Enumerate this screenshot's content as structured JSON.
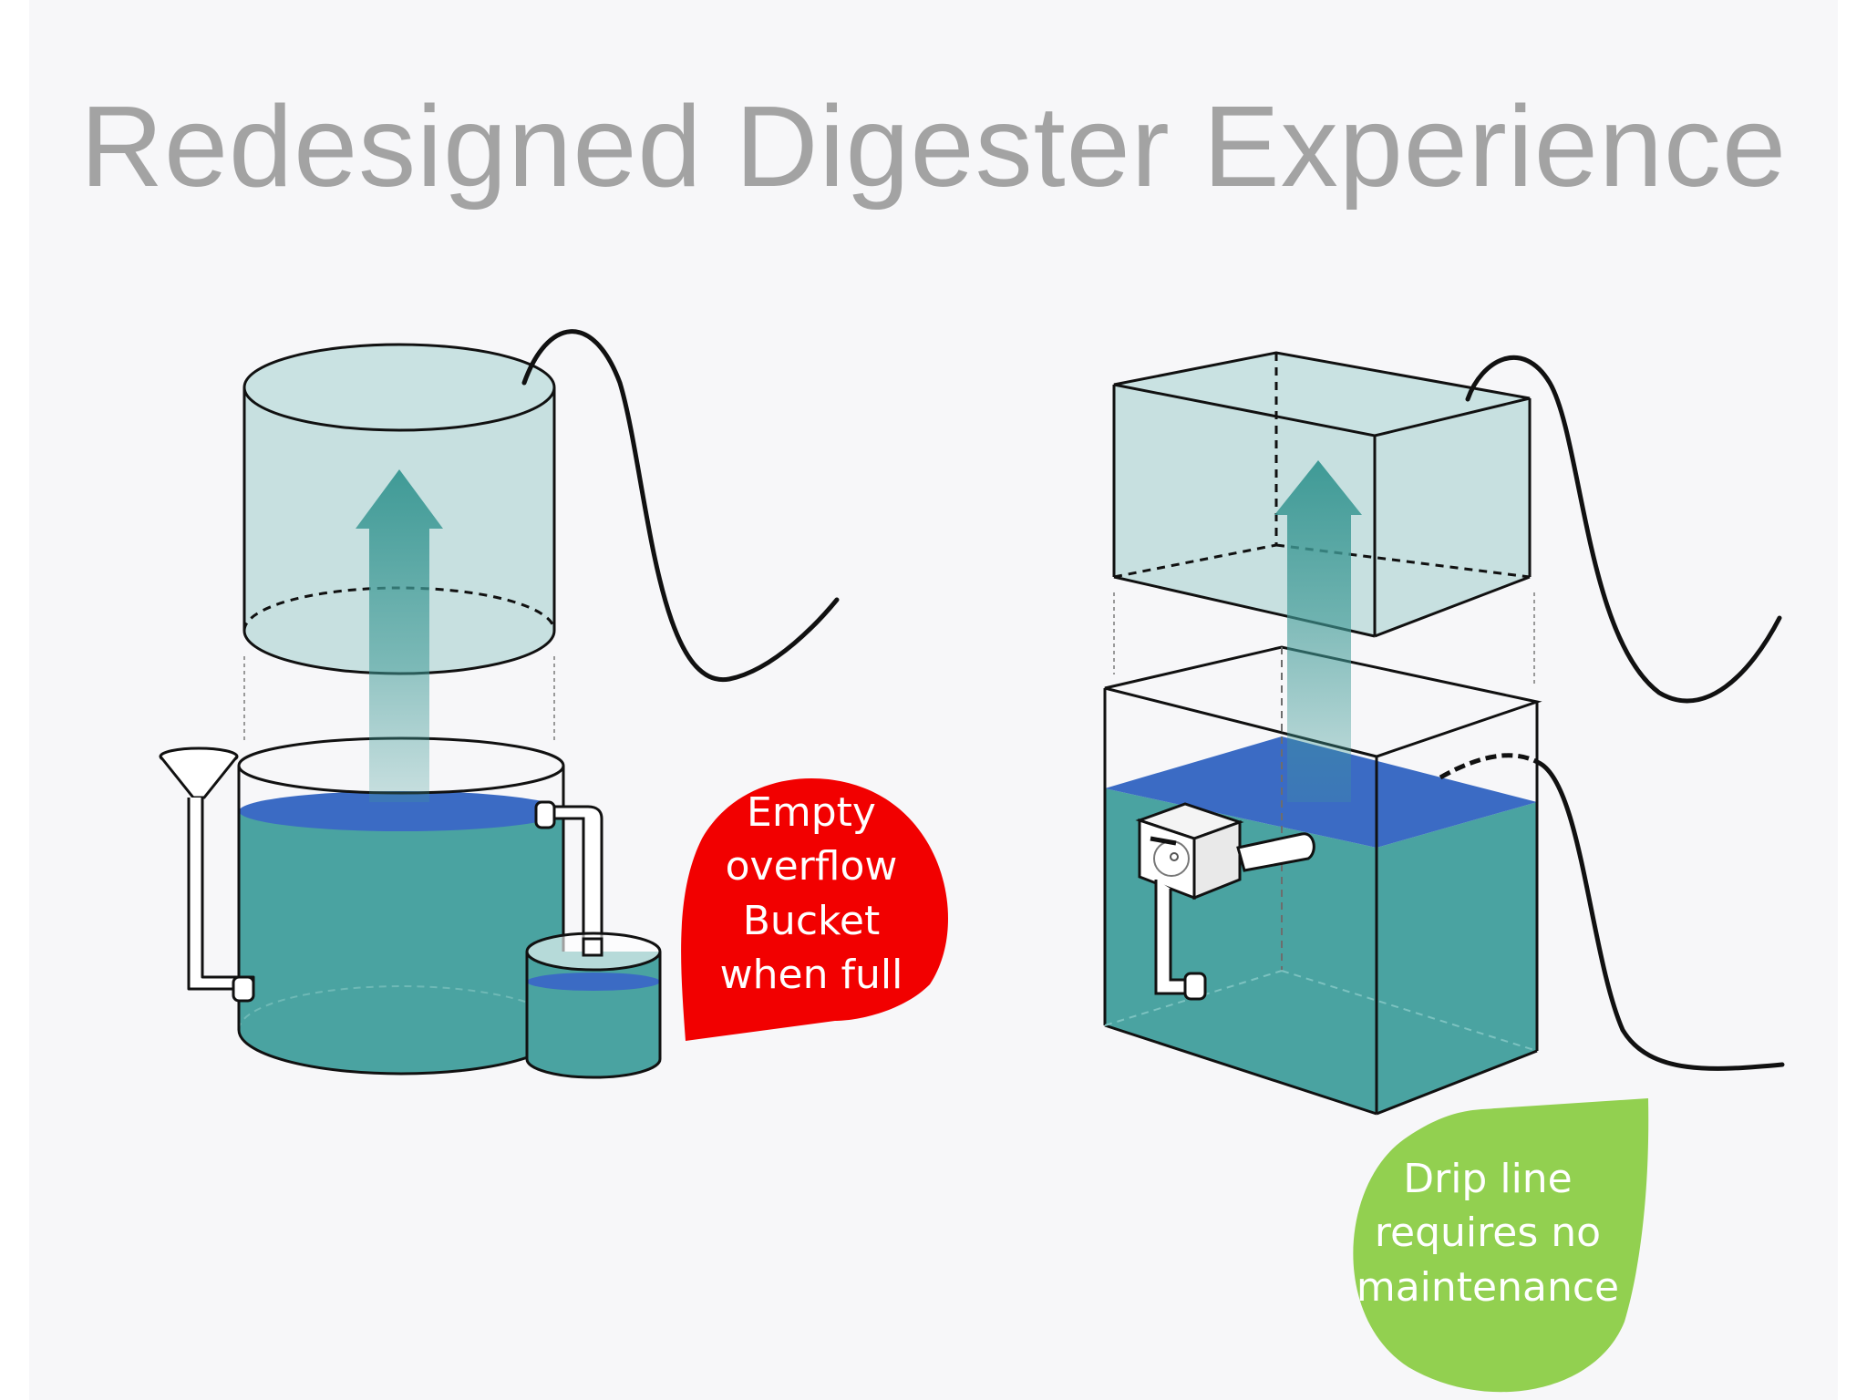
{
  "title": "Redesigned Digester Experience",
  "callouts": {
    "overflow": {
      "lines": [
        "Empty",
        "overflow",
        "Bucket",
        "when full"
      ],
      "color": "#f20000"
    },
    "drip": {
      "lines": [
        "Drip line",
        "requires no",
        "maintenance"
      ],
      "color": "#92d050"
    }
  },
  "colors": {
    "tank_body": "#4aa3a1",
    "water_surface": "#3b6bc4",
    "gas_holder": "#bedcdc",
    "arrow": "#3f9a96",
    "outline": "#111111"
  },
  "icons": [
    "cylinder-digester-icon",
    "box-digester-icon",
    "funnel-icon",
    "overflow-bucket-icon",
    "pump-icon",
    "gas-line-icon",
    "drip-line-icon"
  ]
}
